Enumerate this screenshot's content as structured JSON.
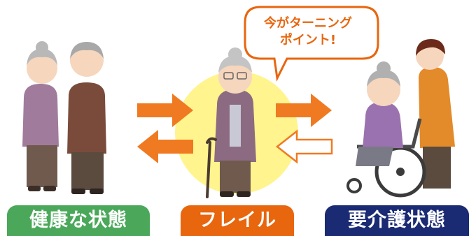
{
  "labels": {
    "healthy": "健康な状態",
    "frail": "フレイル",
    "care": "要介護状態"
  },
  "bubble": {
    "line1": "今がターニング",
    "line2": "ポイント!"
  },
  "colors": {
    "healthy": "#4ba85a",
    "frail": "#e8660e",
    "care": "#1a2a73",
    "arrow": "#f07a22",
    "glow": "#fff27a"
  }
}
